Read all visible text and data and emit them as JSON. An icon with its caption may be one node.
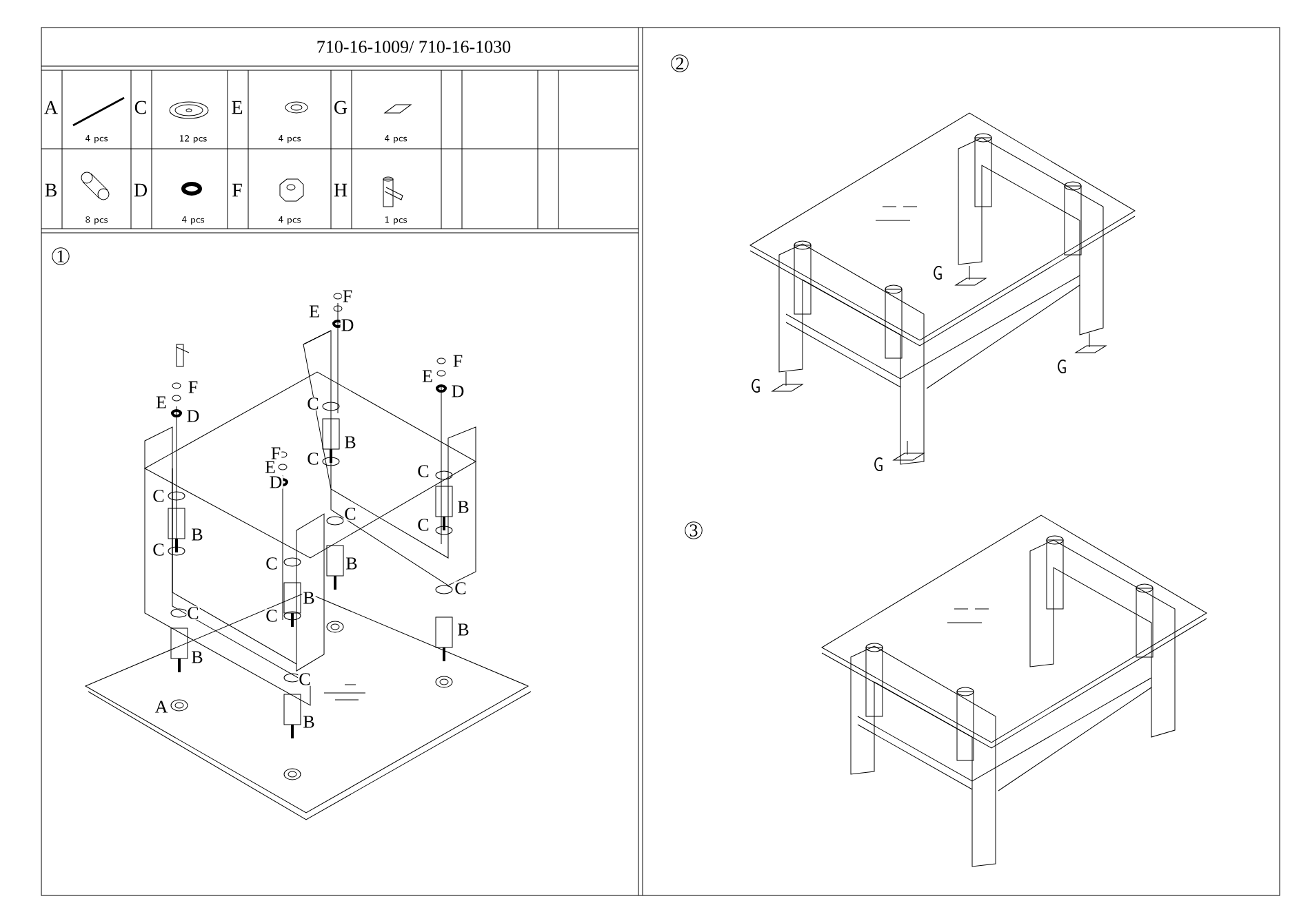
{
  "diagram": {
    "title": "710-16-1009/ 710-16-1030",
    "labels": [
      "A",
      "4 pcs",
      "C",
      "12 pcs",
      "E",
      "4 pcs",
      "G",
      "4 pcs",
      "B",
      "8 pcs",
      "D",
      "4 pcs",
      "F",
      "4 pcs",
      "H",
      "1 pcs",
      "1",
      "F",
      "E",
      "D",
      "F",
      "E",
      "D",
      "F",
      "E",
      "D",
      "F",
      "E",
      "D",
      "C",
      "B",
      "C",
      "C",
      "B",
      "C",
      "C",
      "B",
      "C",
      "C",
      "B",
      "C",
      "B",
      "C",
      "C",
      "B",
      "C",
      "B",
      "C",
      "B",
      "A",
      "2",
      "G",
      "G",
      "G",
      "G",
      "3"
    ]
  }
}
